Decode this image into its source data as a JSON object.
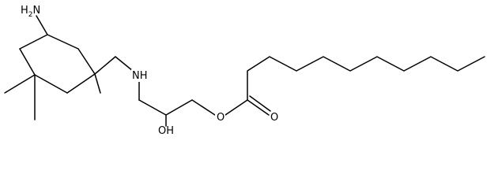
{
  "molecule": {
    "atom_labels": {
      "amine": "H2N",
      "amine_main": "H",
      "amine_sub": "2",
      "amine_end": "N",
      "secondary_amine": "NH",
      "hydroxyl": "OH",
      "ester_oxygen": "O",
      "carbonyl_oxygen": "O"
    }
  },
  "colors": {
    "bond": "#000000",
    "background": "#ffffff"
  }
}
